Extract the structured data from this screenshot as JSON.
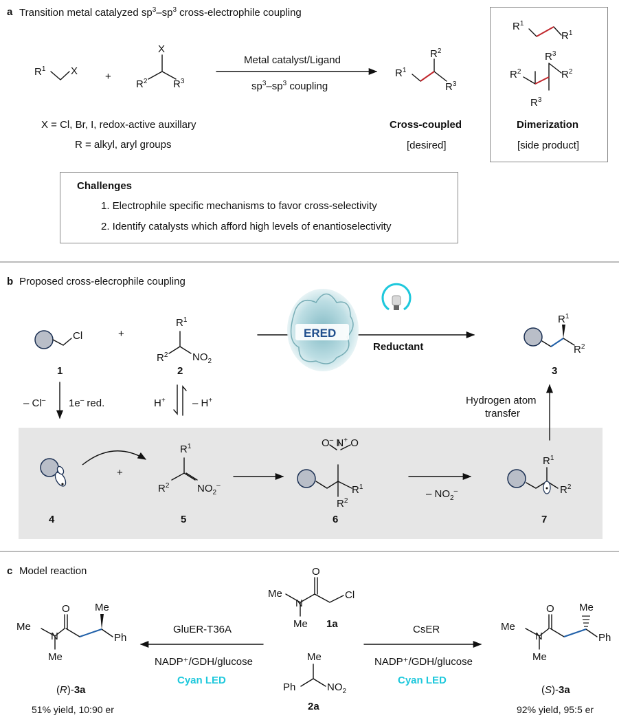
{
  "panel_a": {
    "letter": "a",
    "title": "Transition metal catalyzed sp³–sp³ cross-electrophile coupling",
    "reactant1": {
      "r": "R",
      "rsup": "1",
      "x": "X"
    },
    "plus": "+",
    "reactant2": {
      "x": "X",
      "r2": "R",
      "r2sup": "2",
      "r3": "R",
      "r3sup": "3"
    },
    "arrow_top": "Metal catalyst/Ligand",
    "arrow_bottom": "sp³–sp³ coupling",
    "x_def": "X = Cl, Br, I, redox-active auxillary",
    "r_def": "R = alkyl, aryl groups",
    "product_label": "Cross-coupled",
    "product_sub": "[desired]",
    "dimer_label": "Dimerization",
    "dimer_sub": "[side product]",
    "challenges": {
      "title": "Challenges",
      "items": [
        "1. Electrophile specific mechanisms to favor cross-selectivity",
        "2. Identify catalysts which afford high levels of enantioselectivity"
      ]
    }
  },
  "panel_b": {
    "letter": "b",
    "title": "Proposed cross-elecrophile coupling",
    "cl": "Cl",
    "plus": "+",
    "no2": "NO",
    "enzyme": "ERED",
    "reductant": "Reductant",
    "n1": "1",
    "n2": "2",
    "n3": "3",
    "n4": "4",
    "n5": "5",
    "n6": "6",
    "n7": "7",
    "step1_left": "– Cl",
    "step1_right": "1e",
    "step1_red": "red.",
    "step2_left": "H",
    "step2_right": "– H",
    "hat_line1": "Hydrogen atom",
    "hat_line2": "transfer",
    "loss_no2": "– NO"
  },
  "panel_c": {
    "letter": "c",
    "title": "Model reaction",
    "left_enzyme": "GluER-T36A",
    "right_enzyme": "CsER",
    "cofactor": "NADP⁺/GDH/glucose",
    "light": "Cyan LED",
    "sm1": "1a",
    "sm2": "2a",
    "me": "Me",
    "ph": "Ph",
    "cl": "Cl",
    "n": "N",
    "o": "O",
    "left_product": "(R)-3a",
    "left_result": "51% yield, 10:90 er",
    "right_product": "(S)-3a",
    "right_result": "92% yield, 95:5 er"
  },
  "colors": {
    "red_bond": "#c0262c",
    "blue_bond": "#1f5fa8",
    "cyan": "#1ec8dc",
    "circle": "#b9bec8"
  }
}
